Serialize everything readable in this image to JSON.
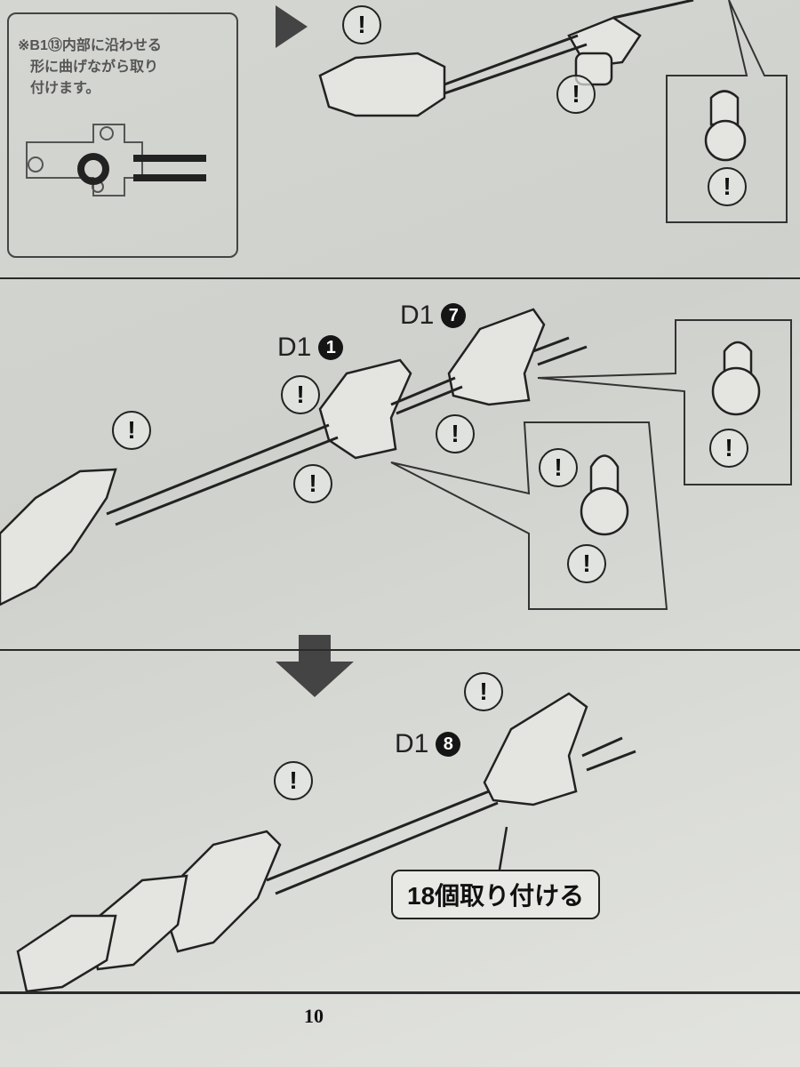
{
  "page": {
    "number": "10",
    "note_box": {
      "lines": [
        "※B1⑬内部に沿わせる",
        "形に曲げながら取り",
        "付けます。"
      ]
    },
    "step_labels": [
      {
        "part": "D1",
        "index": "1"
      },
      {
        "part": "D1",
        "index": "7"
      },
      {
        "part": "D1",
        "index": "8"
      }
    ],
    "callout": "18個取り付ける",
    "alert_icon": "!",
    "colors": {
      "ink": "#222222",
      "paper": "#d4d6d2"
    }
  }
}
